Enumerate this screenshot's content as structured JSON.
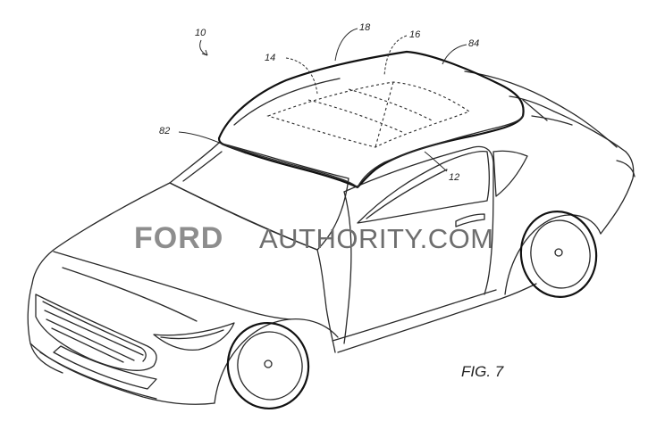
{
  "reference_numerals": {
    "overall": "10",
    "roof_panel_18": "18",
    "roof_edge_14": "14",
    "sunroof_16": "16",
    "rear_84": "84",
    "front_82": "82",
    "door_12": "12"
  },
  "figure_label": "FIG. 7",
  "watermark": {
    "brand": "FORD",
    "suffix": "AUTHORITY.COM"
  }
}
